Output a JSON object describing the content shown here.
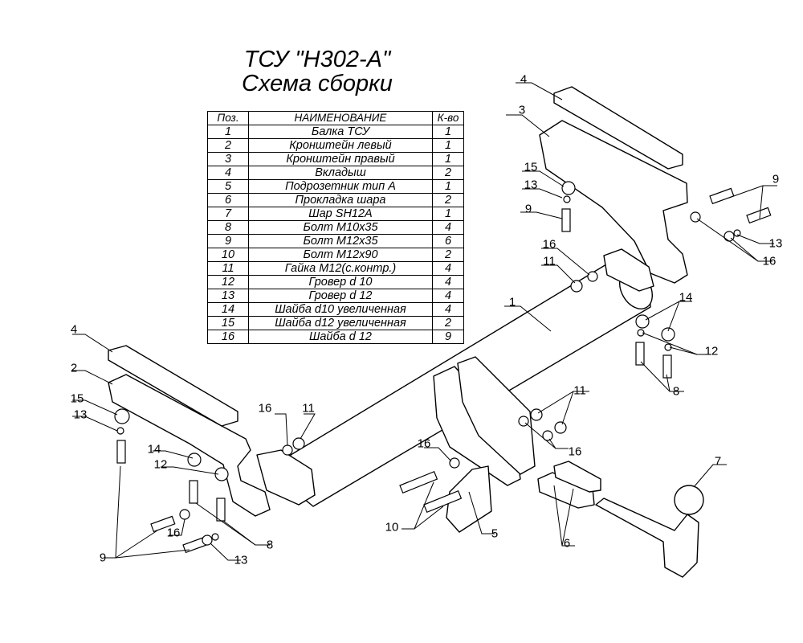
{
  "title": "ТСУ \"Н302-А\"",
  "subtitle": "Схема сборки",
  "table": {
    "headers": [
      "Поз.",
      "НАИМЕНОВАНИЕ",
      "К-во"
    ],
    "rows": [
      [
        "1",
        "Балка ТСУ",
        "1"
      ],
      [
        "2",
        "Кронштейн левый",
        "1"
      ],
      [
        "3",
        "Кронштейн правый",
        "1"
      ],
      [
        "4",
        "Вкладыш",
        "2"
      ],
      [
        "5",
        "Подрозетник тип А",
        "1"
      ],
      [
        "6",
        "Прокладка шара",
        "2"
      ],
      [
        "7",
        "Шар SH12A",
        "1"
      ],
      [
        "8",
        "Болт М10х35",
        "4"
      ],
      [
        "9",
        "Болт М12х35",
        "6"
      ],
      [
        "10",
        "Болт М12х90",
        "2"
      ],
      [
        "11",
        "Гайка М12(с.контр.)",
        "4"
      ],
      [
        "12",
        "Гровер d 10",
        "4"
      ],
      [
        "13",
        "Гровер d 12",
        "4"
      ],
      [
        "14",
        "Шайба d10 увеличенная",
        "4"
      ],
      [
        "15",
        "Шайба d12 увеличенная",
        "2"
      ],
      [
        "16",
        "Шайба d 12",
        "9"
      ]
    ]
  },
  "callouts": [
    "4",
    "3",
    "15",
    "13",
    "9",
    "9",
    "13",
    "16",
    "16",
    "11",
    "1",
    "14",
    "12",
    "8",
    "11",
    "16",
    "7",
    "16",
    "11",
    "16",
    "10",
    "5",
    "6",
    "4",
    "2",
    "15",
    "13",
    "14",
    "12",
    "16",
    "8",
    "9",
    "13"
  ]
}
